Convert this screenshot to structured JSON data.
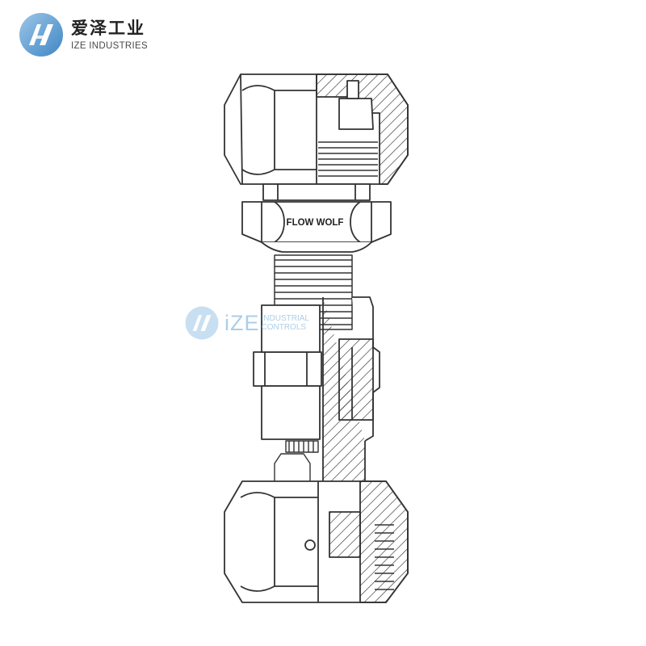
{
  "logo": {
    "name_cn": "爱泽工业",
    "name_en": "IZE INDUSTRIES",
    "icon": "ize-logo-icon",
    "colors": {
      "primary": "#4a8fc9",
      "light": "#9cc6e8"
    }
  },
  "diagram": {
    "part_label": "FLOW WOLF",
    "line_color": "#333333"
  },
  "watermark": {
    "brand": "iZE",
    "line1": "INDUSTRIAL",
    "line2": "CONTROLS"
  }
}
